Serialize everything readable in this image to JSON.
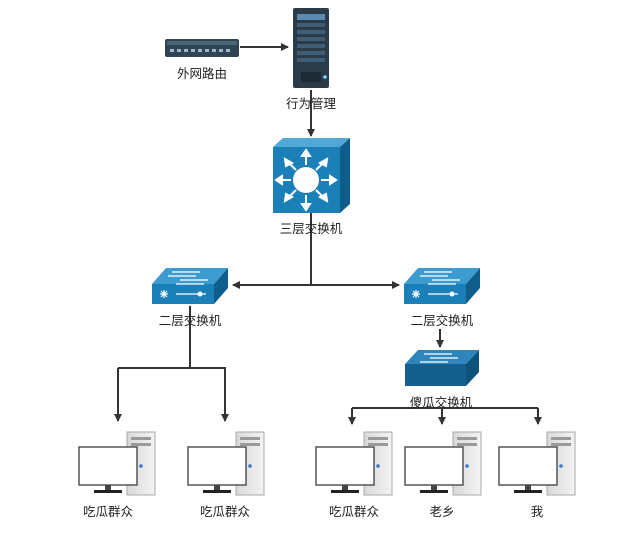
{
  "nodes": {
    "router": {
      "label": "外网路由"
    },
    "server": {
      "label": "行为管理"
    },
    "l3_switch": {
      "label": "三层交换机"
    },
    "l2_switch_left": {
      "label": "二层交换机"
    },
    "l2_switch_right": {
      "label": "二层交换机"
    },
    "dumb_switch": {
      "label": "傻瓜交换机"
    },
    "pc1": {
      "label": "吃瓜群众"
    },
    "pc2": {
      "label": "吃瓜群众"
    },
    "pc3": {
      "label": "吃瓜群众"
    },
    "pc4": {
      "label": "老乡"
    },
    "pc5": {
      "label": "我"
    }
  },
  "colors": {
    "switch_blue": "#1b7fb8",
    "switch_dark": "#0f5d8a",
    "server_dark": "#2b3b48",
    "line": "#333333"
  }
}
